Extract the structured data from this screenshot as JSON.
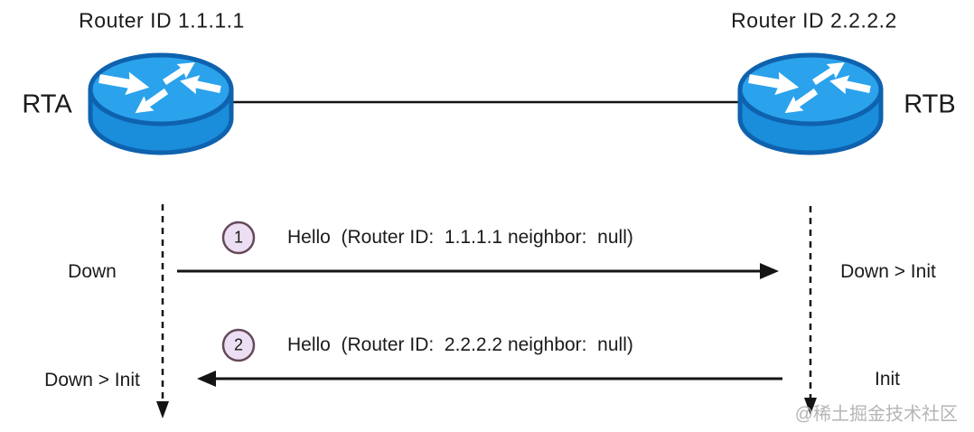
{
  "diagram": {
    "title_left": "Router ID 1.1.1.1",
    "title_right": "Router ID 2.2.2.2",
    "router_left_name": "RTA",
    "router_right_name": "RTB",
    "messages": [
      {
        "step": "1",
        "text": "Hello  (Router ID:  1.1.1.1 neighbor:  null)",
        "from": "RTA",
        "to": "RTB"
      },
      {
        "step": "2",
        "text": "Hello  (Router ID:  2.2.2.2 neighbor:  null)",
        "from": "RTB",
        "to": "RTA"
      }
    ],
    "states": {
      "left_top": "Down",
      "right_top": "Down > Init",
      "left_bottom": "Down > Init",
      "right_bottom": "Init"
    },
    "watermark": "@稀土掘金技术社区",
    "colors": {
      "router_side": "#1a8ddb",
      "router_top": "#2ba2ec",
      "router_border": "#0e62ae",
      "badge_fill": "#ecdff3",
      "badge_border": "#65495a",
      "line": "#141414",
      "watermark_text": "#b5b5b5"
    }
  }
}
